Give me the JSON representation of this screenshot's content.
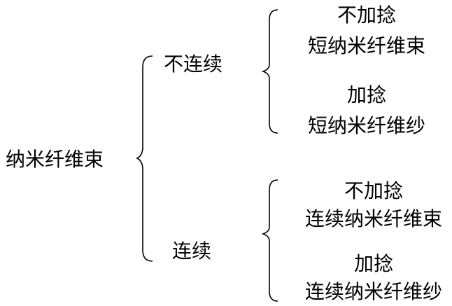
{
  "root": {
    "label": "纳米纤维束"
  },
  "branches": [
    {
      "label": "不连续",
      "children": [
        {
          "line1": "不加捻",
          "line2": "短纳米纤维束"
        },
        {
          "line1": "加捻",
          "line2": "短纳米纤维纱"
        }
      ]
    },
    {
      "label": "连续",
      "children": [
        {
          "line1": "不加捻",
          "line2": "连续纳米纤维束"
        },
        {
          "line1": "加捻",
          "line2": "连续纳米纤维纱"
        }
      ]
    }
  ]
}
